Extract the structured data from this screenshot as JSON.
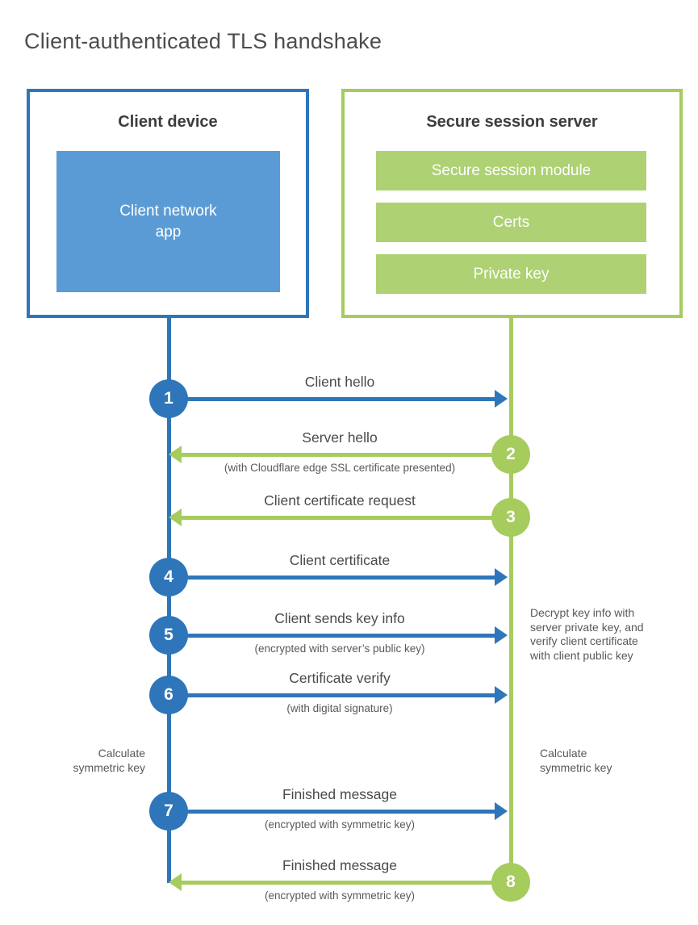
{
  "title": "Client-authenticated TLS handshake",
  "client": {
    "title": "Client device",
    "app_label": "Client network app"
  },
  "server": {
    "title": "Secure session server",
    "modules": [
      "Secure session module",
      "Certs",
      "Private key"
    ]
  },
  "steps": [
    {
      "num": "1",
      "from": "client",
      "direction": "right",
      "label": "Client hello",
      "sub": ""
    },
    {
      "num": "2",
      "from": "server",
      "direction": "left",
      "label": "Server hello",
      "sub": "(with Cloudflare edge SSL certificate presented)"
    },
    {
      "num": "3",
      "from": "server",
      "direction": "left",
      "label": "Client certificate request",
      "sub": ""
    },
    {
      "num": "4",
      "from": "client",
      "direction": "right",
      "label": "Client certificate",
      "sub": ""
    },
    {
      "num": "5",
      "from": "client",
      "direction": "right",
      "label": "Client sends key info",
      "sub": "(encrypted with server’s public key)"
    },
    {
      "num": "6",
      "from": "client",
      "direction": "right",
      "label": "Certificate verify",
      "sub": "(with digital signature)"
    },
    {
      "num": "7",
      "from": "client",
      "direction": "right",
      "label": "Finished message",
      "sub": "(encrypted with symmetric key)"
    },
    {
      "num": "8",
      "from": "server",
      "direction": "left",
      "label": "Finished message",
      "sub": "(encrypted with symmetric key)"
    }
  ],
  "annotations": {
    "decrypt_note_lines": [
      "Decrypt key info with",
      "server private key, and",
      "verify client certificate",
      "with client public key"
    ],
    "calculate_left_lines": [
      "Calculate",
      "symmetric key"
    ],
    "calculate_right_lines": [
      "Calculate",
      "symmetric key"
    ]
  },
  "colors": {
    "client_blue": "#2e76b9",
    "client_fill_blue": "#5b9bd5",
    "server_green": "#a5cc5c",
    "server_fill_green": "#aed173"
  }
}
